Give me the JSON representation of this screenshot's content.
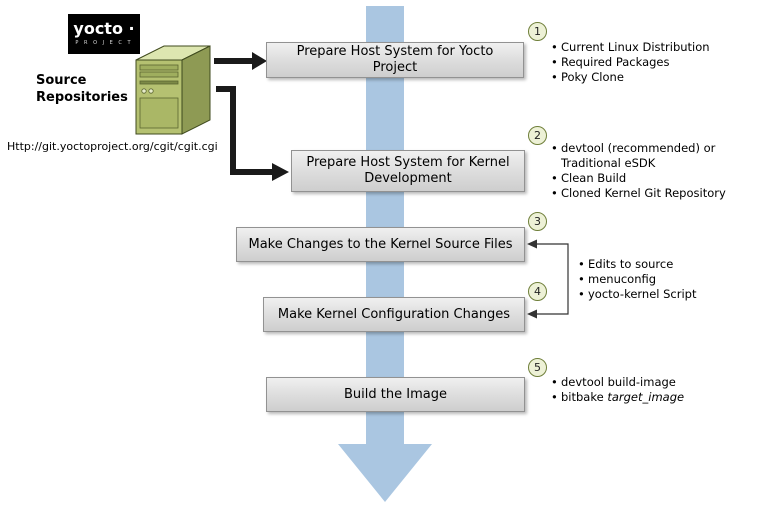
{
  "colors": {
    "flow_arrow_blue": "#aac6e1",
    "connector_black": "#1a1a1a",
    "box_fill_top": "#f0f0f0",
    "box_fill_bottom": "#cecece",
    "box_border": "#929292",
    "badge_fill": "#edf1d6",
    "badge_border": "#6f7f3a",
    "server_green_front": "#b5c171",
    "server_green_side": "#8e9a54",
    "server_green_top": "#dde6b0",
    "logo_bg": "#000000"
  },
  "logo": {
    "brand": "yocto ·",
    "project": "P R O J E C T"
  },
  "source": {
    "title": "Source\nRepositories",
    "url": "Http://git.yoctoproject.org/cgit/cgit.cgi"
  },
  "steps": [
    {
      "num": "1",
      "label": "Prepare Host System for Yocto Project",
      "bullets": [
        "Current Linux Distribution",
        "Required Packages",
        "Poky Clone"
      ]
    },
    {
      "num": "2",
      "label": "Prepare Host System for Kernel Development",
      "bullets": [
        "devtool (recommended) or\nTraditional eSDK",
        "Clean Build",
        "Cloned Kernel Git Repository"
      ]
    },
    {
      "num": "3",
      "label": "Make Changes to the Kernel Source Files",
      "bullets": []
    },
    {
      "num": "4",
      "label": "Make Kernel Configuration Changes",
      "bullets": []
    },
    {
      "num": "5",
      "label": "Build the Image",
      "bullets": [
        "devtool build-image"
      ],
      "rich_bullet": {
        "prefix": "bitbake ",
        "italic": "target_image"
      }
    }
  ],
  "shared_bullets_steps_3_4": [
    "Edits to source",
    "menuconfig",
    "yocto-kernel Script"
  ]
}
